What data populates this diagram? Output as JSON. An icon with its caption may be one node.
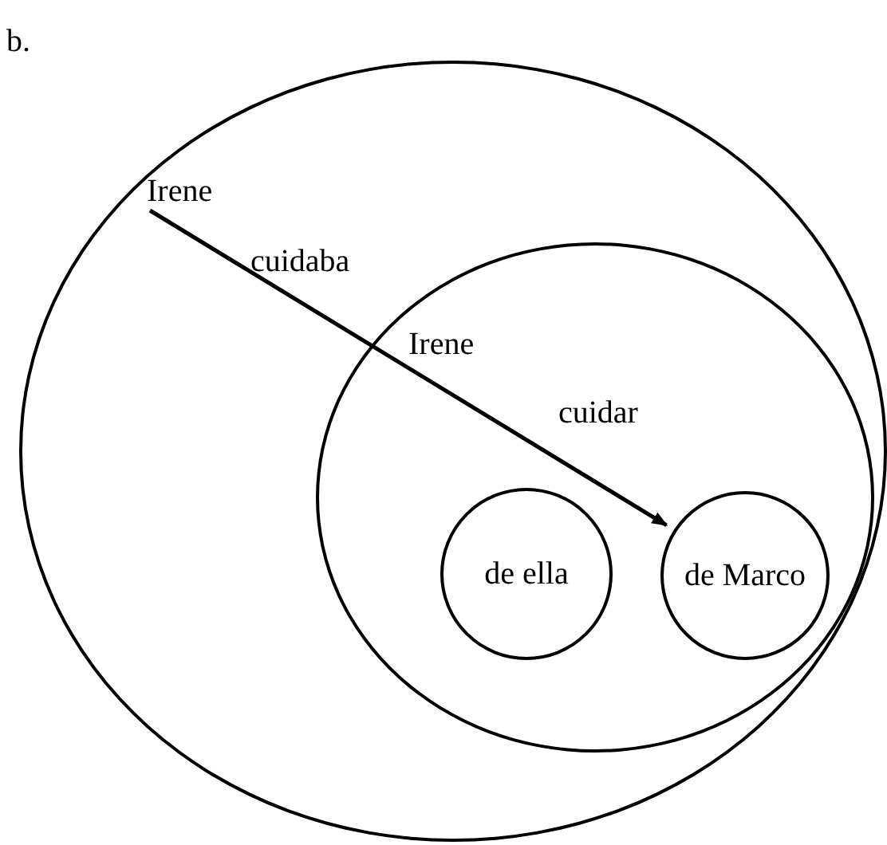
{
  "diagram": {
    "nodes": [
      {
        "text": [],
        "shape": "circle"
      },
      {
        "text": [
          "Irene"
        ],
        "in": 0
      },
      {
        "text": [],
        "shape": "circle",
        "in": 0
      },
      {
        "text": [
          "Irene"
        ],
        "in": 2
      },
      {
        "text": [
          "de ella"
        ],
        "in": 2
      },
      {
        "text": [
          "de Marco"
        ],
        "in": 2
      }
    ],
    "edges": [
      {
        "from": 1,
        "to": 5,
        "arrow": "to",
        "label": "cuidaba"
      }
    ],
    "labels": [
      "b.",
      "cuidar"
    ]
  }
}
